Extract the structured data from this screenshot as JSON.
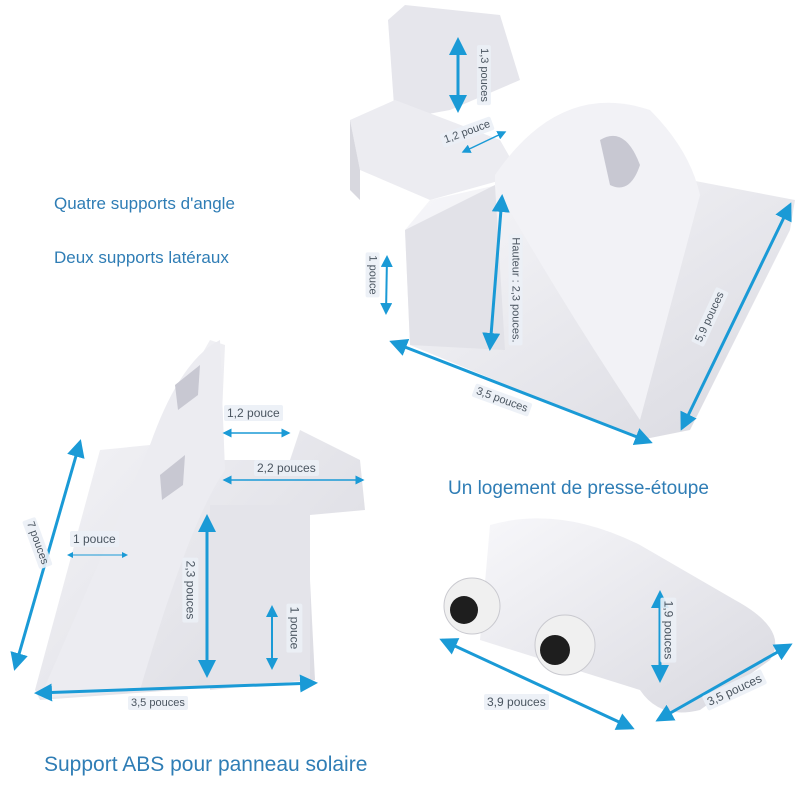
{
  "captions": {
    "corner_brackets": "Quatre supports d'angle",
    "side_brackets": "Deux supports latéraux",
    "gland_housing": "Un logement de presse-étoupe",
    "product_title": "Support ABS pour panneau solaire"
  },
  "corner_bracket": {
    "wall_height": "1,3 pouces",
    "channel_width": "1,2 pouce",
    "step_height": "1 pouce",
    "height": "Hauteur : 2,3 pouces.",
    "length": "5,9 pouces",
    "width": "3,5 pouces"
  },
  "side_bracket": {
    "slot_width": "1,2 pouce",
    "tab_length": "2,2 pouces",
    "flange_width": "1 pouce",
    "length": "7 pouces",
    "height": "2,3 pouces",
    "step_height": "1 pouce",
    "width": "3,5 pouces"
  },
  "gland_box": {
    "height": "1,9 pouces",
    "length": "3,9 pouces",
    "width": "3,5 pouces"
  },
  "colors": {
    "arrow": "#1a9ad6",
    "caption_text": "#2f7db5",
    "product_white": "#eeeef2"
  }
}
